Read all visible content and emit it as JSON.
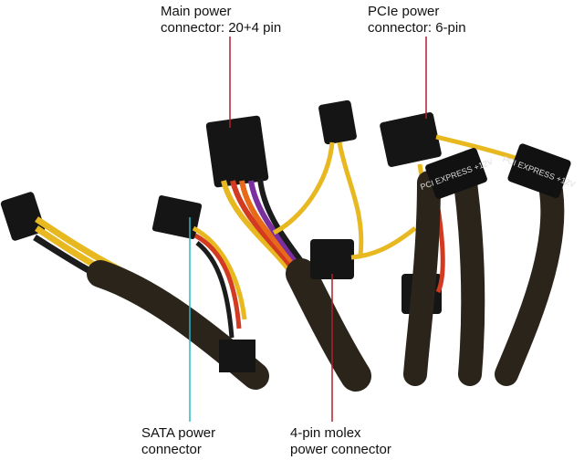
{
  "callouts": {
    "main_power": {
      "line1": "Main power",
      "line2": "connector: 20+4 pin"
    },
    "pcie_power": {
      "line1": "PCIe power",
      "line2": "connector: 6-pin"
    },
    "sata_power": {
      "line1": "SATA power",
      "line2": "connector"
    },
    "molex_power": {
      "line1": "4-pin molex",
      "line2": "power connector"
    }
  },
  "labels": {
    "pcie_sleeve_left": "PCI EXPRESS +12V",
    "pcie_sleeve_right": "PCI EXPRESS +12V"
  },
  "colors": {
    "leader_red": "#b0202a",
    "leader_cyan": "#2ab7c9",
    "connector_black": "#151515",
    "wire_yellow": "#e8b820",
    "wire_red": "#d23a22",
    "wire_orange": "#e86a18",
    "sleeve": "#2a241a"
  }
}
